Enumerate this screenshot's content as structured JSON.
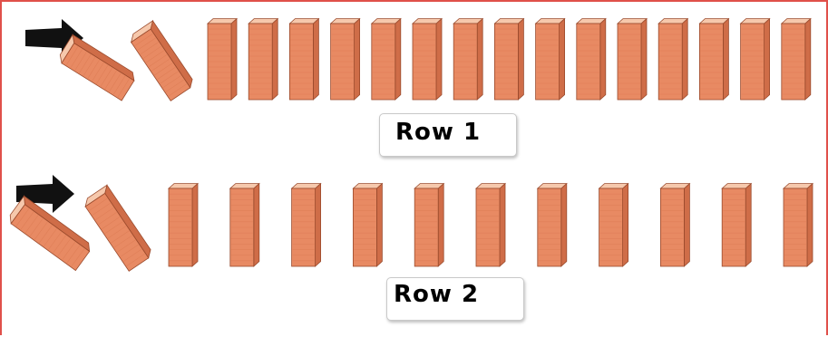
{
  "colors": {
    "frame": "#e0504a",
    "domino_front": "#e88a63",
    "domino_side": "#cf6d48",
    "domino_top": "#f6c8ac",
    "arrow": "#111111"
  },
  "rows": [
    {
      "label": "Row 1",
      "fallen_count": 2,
      "standing_count": 15,
      "spacing": "close",
      "push_icon": "arrow-right-icon"
    },
    {
      "label": "Row 2",
      "fallen_count": 2,
      "standing_count": 11,
      "spacing": "wide",
      "push_icon": "arrow-right-icon"
    }
  ]
}
